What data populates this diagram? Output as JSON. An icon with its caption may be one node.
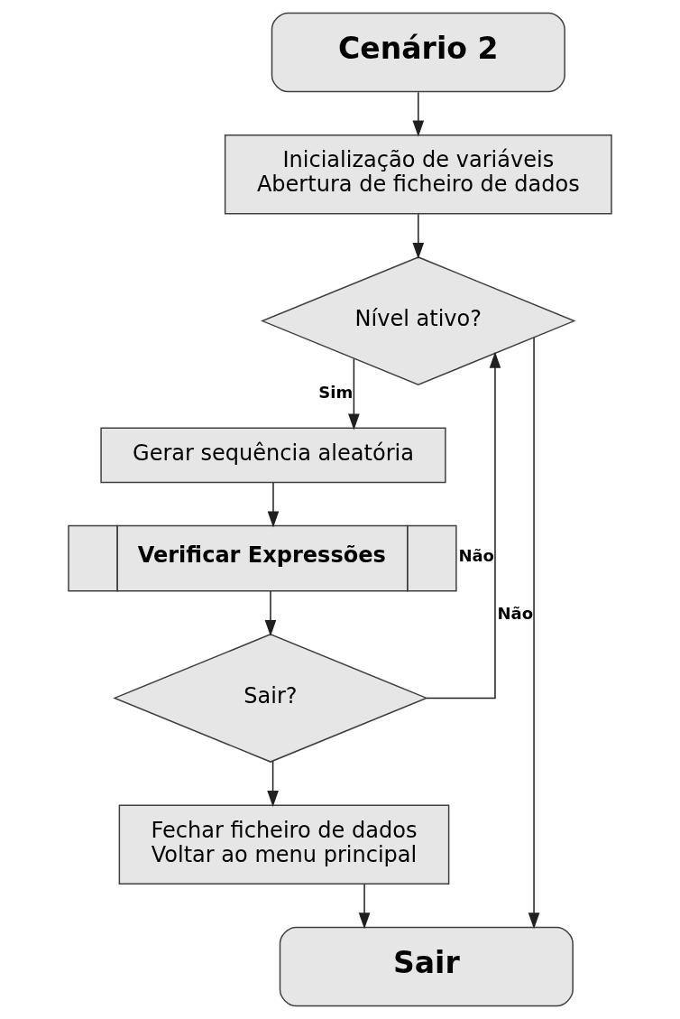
{
  "diagram": {
    "nodes": [
      {
        "text": [
          "Cenário 2"
        ]
      },
      {
        "text": [
          "Inicialização de variáveis",
          "Abertura de ficheiro de dados"
        ]
      },
      {
        "text": [
          "Nível ativo?"
        ]
      },
      {
        "text": [
          "Gerar sequência aleatória"
        ]
      },
      {
        "text": [
          "Verificar Expressões"
        ]
      },
      {
        "text": [
          "Sair?"
        ]
      },
      {
        "text": [
          "Fechar ficheiro de dados",
          "Voltar ao menu principal"
        ]
      },
      {
        "text": [
          "Sair"
        ]
      }
    ],
    "edges": [
      {
        "from": 0,
        "to": 1,
        "arrow": "to"
      },
      {
        "from": 1,
        "to": 2,
        "arrow": "to"
      },
      {
        "from": 2,
        "to": 3,
        "arrow": "to",
        "label": "Sim"
      },
      {
        "from": 3,
        "to": 4,
        "arrow": "to"
      },
      {
        "from": 4,
        "to": 5,
        "arrow": "to"
      },
      {
        "from": 5,
        "to": 2,
        "arrow": "to",
        "label": "Não"
      },
      {
        "from": 5,
        "to": 6,
        "arrow": "to"
      },
      {
        "from": 6,
        "to": 7,
        "arrow": "to"
      },
      {
        "from": 2,
        "to": 7,
        "arrow": "to",
        "label": "Não"
      }
    ]
  }
}
